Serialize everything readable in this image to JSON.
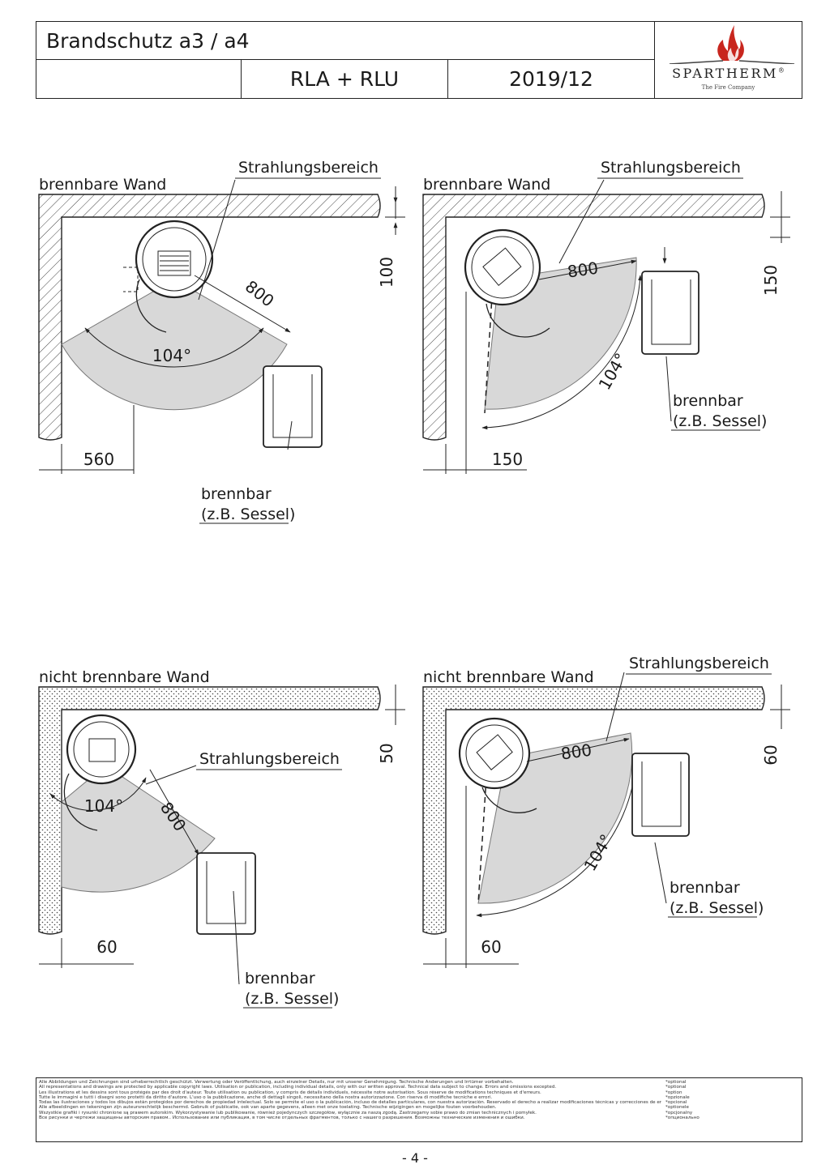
{
  "header": {
    "title": "Brandschutz a3 / a4",
    "model": "RLA + RLU",
    "date": "2019/12",
    "logo_name": "SPARTHERM",
    "logo_reg": "®",
    "logo_tagline": "The Fire Company"
  },
  "diagrams": {
    "d1": {
      "wall_label": "brennbare Wand",
      "radiation_label": "Strahlungsbereich",
      "dim_back": "100",
      "dim_radius": "800",
      "angle": "104°",
      "dim_side": "560",
      "combustible_label": "brennbar",
      "combustible_example": "(z.B. Sessel)"
    },
    "d2": {
      "wall_label": "brennbare Wand",
      "radiation_label": "Strahlungsbereich",
      "dim_back": "150",
      "dim_radius": "800",
      "angle": "104°",
      "dim_side": "150",
      "combustible_label": "brennbar",
      "combustible_example": "(z.B. Sessel)"
    },
    "d3": {
      "wall_label": "nicht brennbare Wand",
      "radiation_label": "Strahlungsbereich",
      "dim_back": "50",
      "dim_radius": "800",
      "angle": "104°",
      "dim_side": "60",
      "combustible_label": "brennbar",
      "combustible_example": "(z.B. Sessel)"
    },
    "d4": {
      "wall_label": "nicht brennbare Wand",
      "radiation_label": "Strahlungsbereich",
      "dim_back": "60",
      "dim_radius": "800",
      "angle": "104°",
      "dim_side": "60",
      "combustible_label": "brennbar",
      "combustible_example": "(z.B. Sessel)"
    }
  },
  "footer": {
    "legal_lines": [
      "Alle Abbildungen und Zeichnungen sind urheberrechtlich geschützt. Verwertung oder Veröffentlichung, auch einzelner Details, nur mit unserer Genehmigung. Technische Änderungen und Irrtümer vorbehalten.",
      "All representations and drawings are protected by applicable copyright laws. Utilisation or publication, including individual details, only with our written approval. Technical data subject to change. Errors and omissions excepted.",
      "Les illustrations et les dessins sont tous protégés par des droit d'auteur. Toute utilisation ou publication, y compris de détails individuels, nécessite notre autorisation. Sous réserve de modifications techniques et d'erreurs.",
      "Tutte le immagini e tutti i disegni sono protetti da diritto d'autore. L'uso o la pubblicazione, anche di dettagli singoli, necessitano della nostra autorizzazione. Con riserva di modifiche tecniche e errori.",
      "Todas las ilustraciones y todos los dibujos están protegidos por derechos de propiedad intelectual. Solo se permite el uso o la publicación, incluso de detalles particulares, con nuestra autorización. Reservado el derecho a realizar modificaciones técnicas y correcciones de errores.",
      "Alle afbeeldingen en tekeningen zijn auteursrechtelijk beschermd. Gebruik of publicatie, ook van aparte gegevens, alleen met onze toelating. Technische wijzigingen en mogelijke fouten voorbehouden.",
      "Wszystkie grafiki i rysunki chronione są prawem autorskim. Wykorzystywanie lub publikowanie, również pojedynczych szczegółów, wyłącznie za naszą zgodą. Zastrzegamy sobie prawo do zmian technicznych i pomyłek.",
      "Все рисунки и чертежи защищены авторским правом.. Использование или публикация, в том числе отдельных фрагментов, только с нашего разрешения. Возможны технические изменения и ошибки."
    ],
    "optional_lines": [
      "*optional",
      "*optional",
      "*option",
      "*opzionale",
      "*opcional",
      "*optionele",
      "*opcjonalny",
      "*опционально"
    ]
  },
  "page_number": "- 4 -"
}
